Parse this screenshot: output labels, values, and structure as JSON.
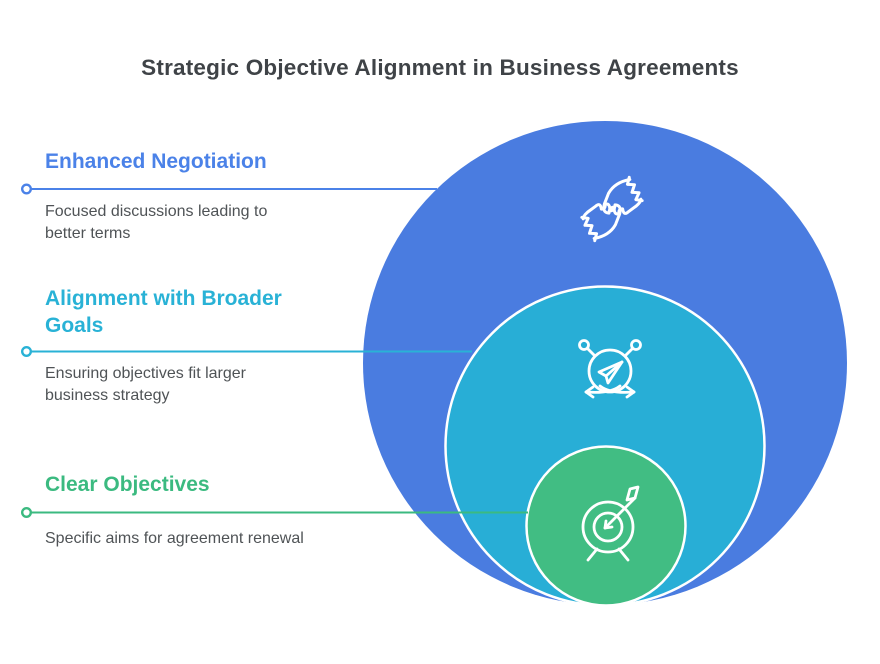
{
  "title": "Strategic Objective Alignment in Business Agreements",
  "colors": {
    "background": "#ffffff",
    "title_text": "#3f4347",
    "body_text": "#4f5356",
    "circle_outline": "#ffffff"
  },
  "items": [
    {
      "heading": "Enhanced Negotiation",
      "description": "Focused discussions leading to better terms",
      "accent": "#4b82e8",
      "circle_color": "#4a7ce0",
      "icon": "handshake-icon"
    },
    {
      "heading": "Alignment with Broader Goals",
      "description": "Ensuring objectives fit larger business strategy",
      "accent": "#29b2d6",
      "circle_color": "#28aed6",
      "icon": "direction-network-icon"
    },
    {
      "heading": "Clear Objectives",
      "description": "Specific aims for agreement renewal",
      "accent": "#3bba80",
      "circle_color": "#41bd83",
      "icon": "target-arrow-icon"
    }
  ]
}
